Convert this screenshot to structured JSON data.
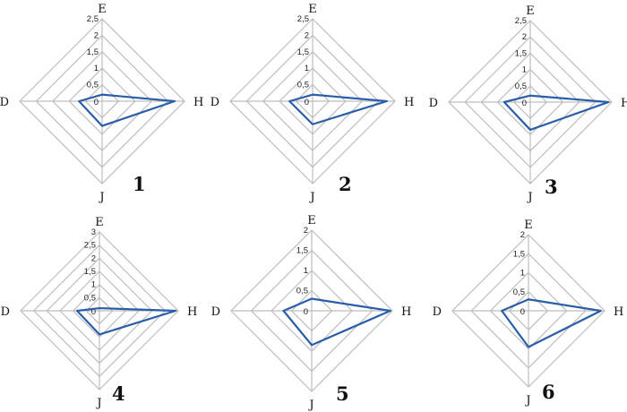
{
  "chart_data": [
    {
      "type": "radar",
      "title": "1",
      "axes": [
        "E",
        "H",
        "J",
        "D"
      ],
      "values": [
        0.2,
        2.2,
        0.75,
        0.7
      ],
      "range": [
        0,
        2.5
      ],
      "step": 0.5,
      "ticks": [
        "0",
        "0,5",
        "1",
        "1,5",
        "2",
        "2,5"
      ],
      "series_color": "#2a5ea8"
    },
    {
      "type": "radar",
      "title": "2",
      "axes": [
        "E",
        "H",
        "J",
        "D"
      ],
      "values": [
        0.2,
        2.25,
        0.7,
        0.7
      ],
      "range": [
        0,
        2.5
      ],
      "step": 0.5,
      "ticks": [
        "0",
        "0,5",
        "1",
        "1,5",
        "2",
        "2,5"
      ],
      "series_color": "#2a5ea8"
    },
    {
      "type": "radar",
      "title": "3",
      "axes": [
        "E",
        "H",
        "J",
        "D"
      ],
      "values": [
        0.2,
        2.4,
        0.85,
        0.8
      ],
      "range": [
        0,
        2.5
      ],
      "step": 0.5,
      "ticks": [
        "0",
        "0,5",
        "1",
        "1,5",
        "2",
        "2,5"
      ],
      "series_color": "#2a5ea8"
    },
    {
      "type": "radar",
      "title": "4",
      "axes": [
        "E",
        "H",
        "J",
        "D"
      ],
      "values": [
        0.1,
        2.9,
        0.9,
        0.85
      ],
      "range": [
        0,
        3
      ],
      "step": 0.5,
      "ticks": [
        "0",
        "0,5",
        "1",
        "1,5",
        "2",
        "2,5",
        "3"
      ],
      "series_color": "#2a5ea8"
    },
    {
      "type": "radar",
      "title": "5",
      "axes": [
        "E",
        "H",
        "J",
        "D"
      ],
      "values": [
        0.3,
        1.95,
        0.85,
        0.7
      ],
      "range": [
        0,
        2
      ],
      "step": 0.5,
      "ticks": [
        "0",
        "0,5",
        "1",
        "1,5",
        "2"
      ],
      "series_color": "#2a5ea8"
    },
    {
      "type": "radar",
      "title": "6",
      "axes": [
        "E",
        "H",
        "J",
        "D"
      ],
      "values": [
        0.3,
        1.9,
        0.95,
        0.7
      ],
      "range": [
        0,
        2
      ],
      "step": 0.5,
      "ticks": [
        "0",
        "0,5",
        "1",
        "1,5",
        "2"
      ],
      "series_color": "#2a5ea8"
    }
  ]
}
